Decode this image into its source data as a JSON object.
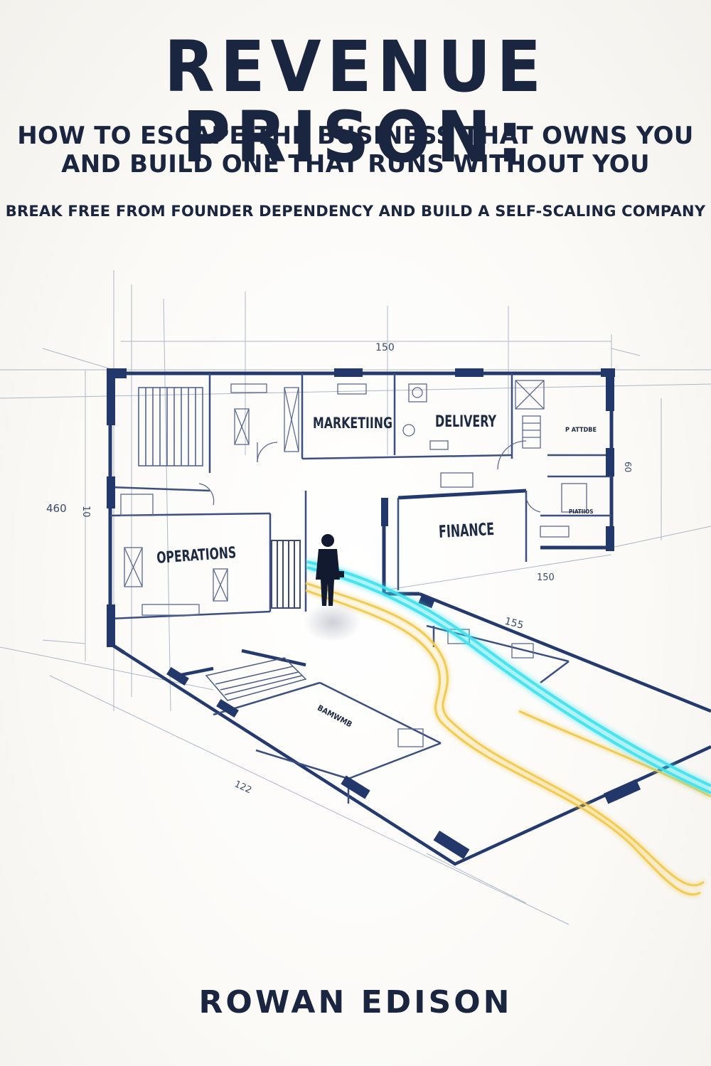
{
  "cover": {
    "title": "REVENUE PRISON:",
    "subtitle_line1": "HOW TO ESCAPE THE BUSINESS THAT OWNS YOU",
    "subtitle_line2": "AND BUILD ONE THAT RUNS WITHOUT YOU",
    "tagline": "BREAK FREE FROM FOUNDER DEPENDENCY AND BUILD A SELF-SCALING COMPANY",
    "author": "ROWAN EDISON"
  },
  "blueprint": {
    "rooms": {
      "marketing": "MARKETIING",
      "delivery": "DELIVERY",
      "finance": "FINANCE",
      "operations": "OPERATIONS",
      "lower_room": "BAMWMB",
      "small_right_top": "P ATTDBE",
      "small_right_bottom": "PIATIIOS"
    },
    "dimensions": {
      "top": "150",
      "left_outer": "460",
      "left_inner": "10",
      "right": "60",
      "right_bottom": "150",
      "corridor": "155",
      "bottom": "122"
    }
  },
  "colors": {
    "ink": "#1a2540",
    "wall": "#243a6e",
    "line": "#6b7fa8",
    "cyan_path": "#3fe3f0",
    "gold_path": "#f2c94c"
  }
}
